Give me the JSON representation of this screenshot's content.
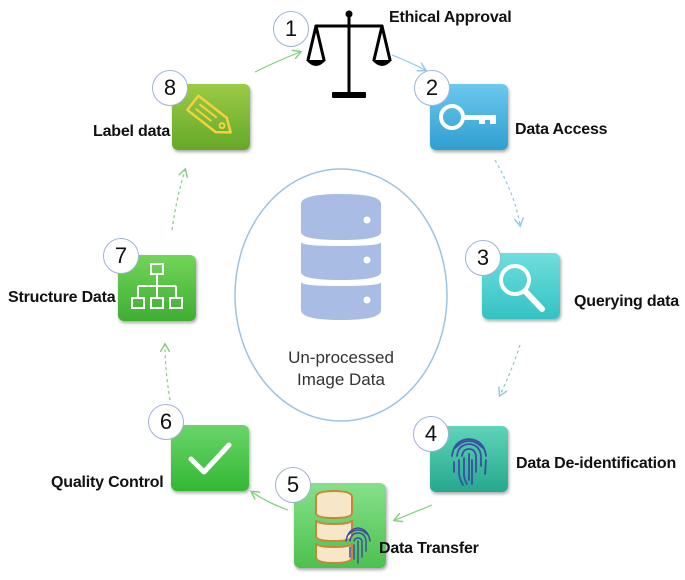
{
  "center": {
    "line1": "Un-processed",
    "line2": "Image Data",
    "icon": "database-icon"
  },
  "steps": [
    {
      "number": "1",
      "label": "Ethical Approval",
      "icon": "scale-icon",
      "color": "#000000"
    },
    {
      "number": "2",
      "label": "Data Access",
      "icon": "key-icon",
      "color": "#3aaed8"
    },
    {
      "number": "3",
      "label": "Querying data",
      "icon": "magnifier-icon",
      "color": "#3cc6c6"
    },
    {
      "number": "4",
      "label": "Data De-identification",
      "icon": "fingerprint-icon",
      "color": "#2fb3a0"
    },
    {
      "number": "5",
      "label": "Data Transfer",
      "icon": "database-fingerprint-icon",
      "color": "#5ccc5c"
    },
    {
      "number": "6",
      "label": "Quality Control",
      "icon": "checkmark-icon",
      "color": "#3cbb3c"
    },
    {
      "number": "7",
      "label": "Structure Data",
      "icon": "hierarchy-icon",
      "color": "#4dbb3a"
    },
    {
      "number": "8",
      "label": "Label data",
      "icon": "tag-icon",
      "color": "#7cb832"
    }
  ],
  "colors": {
    "center_ring": "#9ec3e0",
    "database": "#a9bce3",
    "arrows": "#7fd07f"
  }
}
